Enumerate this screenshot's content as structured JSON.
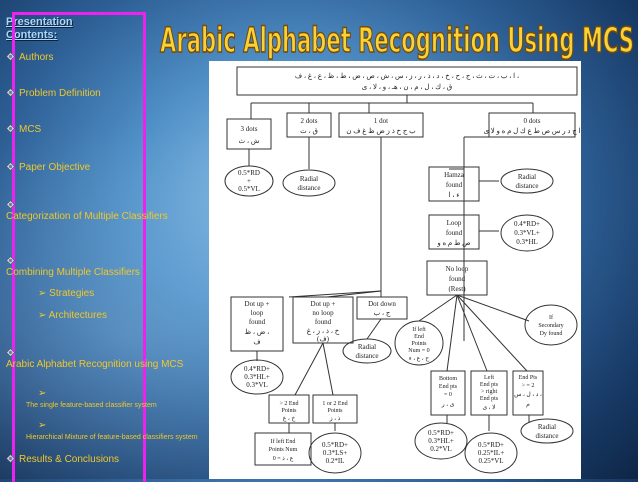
{
  "slide": {
    "main_title": "Arabic Alphabet Recognition Using MCS",
    "presentation_contents": [
      "Presentation",
      "Contents:"
    ]
  },
  "toc": [
    {
      "label": "Authors",
      "level": 1
    },
    {
      "label": "Problem Definition",
      "level": 1
    },
    {
      "label": "MCS",
      "level": 1
    },
    {
      "label": "Paper Objective",
      "level": 1
    },
    {
      "label": "Categorization of Multiple Classifiers",
      "level": 1
    },
    {
      "label": "Combining Multiple Classifiers",
      "level": 1
    },
    {
      "label": "Strategies",
      "level": 2
    },
    {
      "label": "Architectures",
      "level": 2
    },
    {
      "label": "Arabic Alphabet Recognition using MCS",
      "level": 1
    },
    {
      "label": "The single feature-based classifier system",
      "level": 3
    },
    {
      "label": "Hierarchical Mixture of feature-based classifiers system",
      "level": 3
    },
    {
      "label": "Results & Conclusions",
      "level": 1
    }
  ],
  "diagram": {
    "top_letters": [
      "ا ، ب ، ت ، ث ، ج ، ح ، خ ، د ، ذ ، ر ، ز ، س ، ش ، ص ، ض ، ط ، ظ ، ع ، غ ، ف ،",
      "ق ، ك ، ل ، م ، ن ، هـ ، و ، لا ، ى"
    ],
    "branches": {
      "three_dots": [
        "3 dots",
        "ش ، ث"
      ],
      "two_dots": [
        "2 dots",
        "ق ، ت"
      ],
      "one_dot": [
        "1 dot",
        "ب ج خ ذ ز ض ظ غ ف ن"
      ],
      "zero_dots": [
        "0 dots",
        "ا ح د ر س ص ط ع ك ل م ه و لا ى"
      ]
    },
    "formula_3dots": [
      "0.5*RD",
      "+",
      "0.5*VL"
    ],
    "radial_distance": [
      "Radial",
      "distance"
    ],
    "hamza": [
      "Hamza",
      "found",
      "ء ، ا"
    ],
    "loop": [
      "Loop",
      "found",
      "ص ط م ه و"
    ],
    "formula_loop": [
      "0.4*RD+",
      "0.3*VL+",
      "0.3*HL"
    ],
    "no_loop": [
      "No loop",
      "found",
      "(Rest)"
    ],
    "dot_up_loop": [
      "Dot up +",
      "loop",
      "found",
      "ض ، ظ ،",
      "ف"
    ],
    "dot_up_noloop": [
      "Dot up +",
      "no loop",
      "found",
      "خ ، ذ ، ز ، غ",
      "(ف)"
    ],
    "dot_down": [
      "Dot down",
      "ج ، ب"
    ],
    "left_end_points": [
      "If left",
      "End",
      "Points",
      "Num = 0",
      "ح ، ع ، ء"
    ],
    "secondary": [
      "If",
      "Secondary",
      "Dy found"
    ],
    "bottom_end": [
      "Bottom",
      "End pts",
      "= 0",
      "ى ، ر"
    ],
    "left_end_right": [
      "Left",
      "End pts",
      "> right",
      "End pts",
      "لا ، ى"
    ],
    "end_pts": [
      "End Pts",
      "> = 2",
      "د ، ل ، س ،",
      "م"
    ],
    "formula_dotup": [
      "0.4*RD+",
      "0.3*HL+",
      "0.3*VL"
    ],
    "gt2_end": [
      "> 2 End",
      "Points",
      "خ ، غ"
    ],
    "one_or_two_end": [
      "1 or 2 End",
      "Points",
      "ذ ، ز"
    ],
    "left_end_num": [
      "If left End",
      "Points Num",
      "ع ، ذ = 0"
    ],
    "formula_a": [
      "0.5*RD+",
      "0.3*HL+",
      "0.2*VL"
    ],
    "formula_b": [
      "0.5*RD+",
      "0.3*LS+",
      "0.2*IL"
    ],
    "formula_c": [
      "0.5*RD+",
      "0.25*IL+",
      "0.25*VL"
    ]
  }
}
